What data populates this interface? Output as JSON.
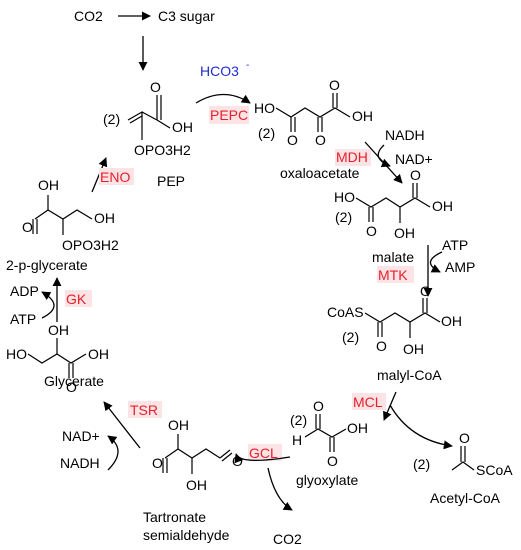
{
  "labels": {
    "co2_top": "CO2",
    "c3_sugar": "C3 sugar",
    "hco3": "HCO3",
    "hco3_sup": "-",
    "pep": "PEP",
    "oxaloacetate": "oxaloacetate",
    "malate": "malate",
    "malyl_coa": "malyl-CoA",
    "glyoxylate": "glyoxylate",
    "acetyl_coa": "Acetyl-CoA",
    "tartronate_1": "Tartronate",
    "tartronate_2": "semialdehyde",
    "co2_bottom": "CO2",
    "glycerate": "Glycerate",
    "two_p_glycerate": "2-p-glycerate"
  },
  "enzymes": {
    "pepc": "PEPC",
    "mdh": "MDH",
    "mtk": "MTK",
    "mcl": "MCL",
    "gcl": "GCL",
    "tsr": "TSR",
    "gk": "GK",
    "eno": "ENO"
  },
  "cofactors": {
    "nadh_mdh": "NADH",
    "nadplus_mdh": "NAD+",
    "atp_mtk": "ATP",
    "amp_mtk": "AMP",
    "nadplus_tsr": "NAD+",
    "nadh_tsr": "NADH",
    "adp_gk": "ADP",
    "atp_gk": "ATP"
  },
  "atoms": {
    "oh": "OH",
    "ho": "HO",
    "o": "O",
    "h": "H",
    "coas": "CoAS",
    "scoa": "SCoA",
    "opo3h2": "OPO3H2",
    "stoich": "(2)"
  },
  "colors": {
    "enzyme_text": "#e8202a",
    "enzyme_bg": "#fbe3e6",
    "bicarbonate": "#1f2fd0"
  }
}
